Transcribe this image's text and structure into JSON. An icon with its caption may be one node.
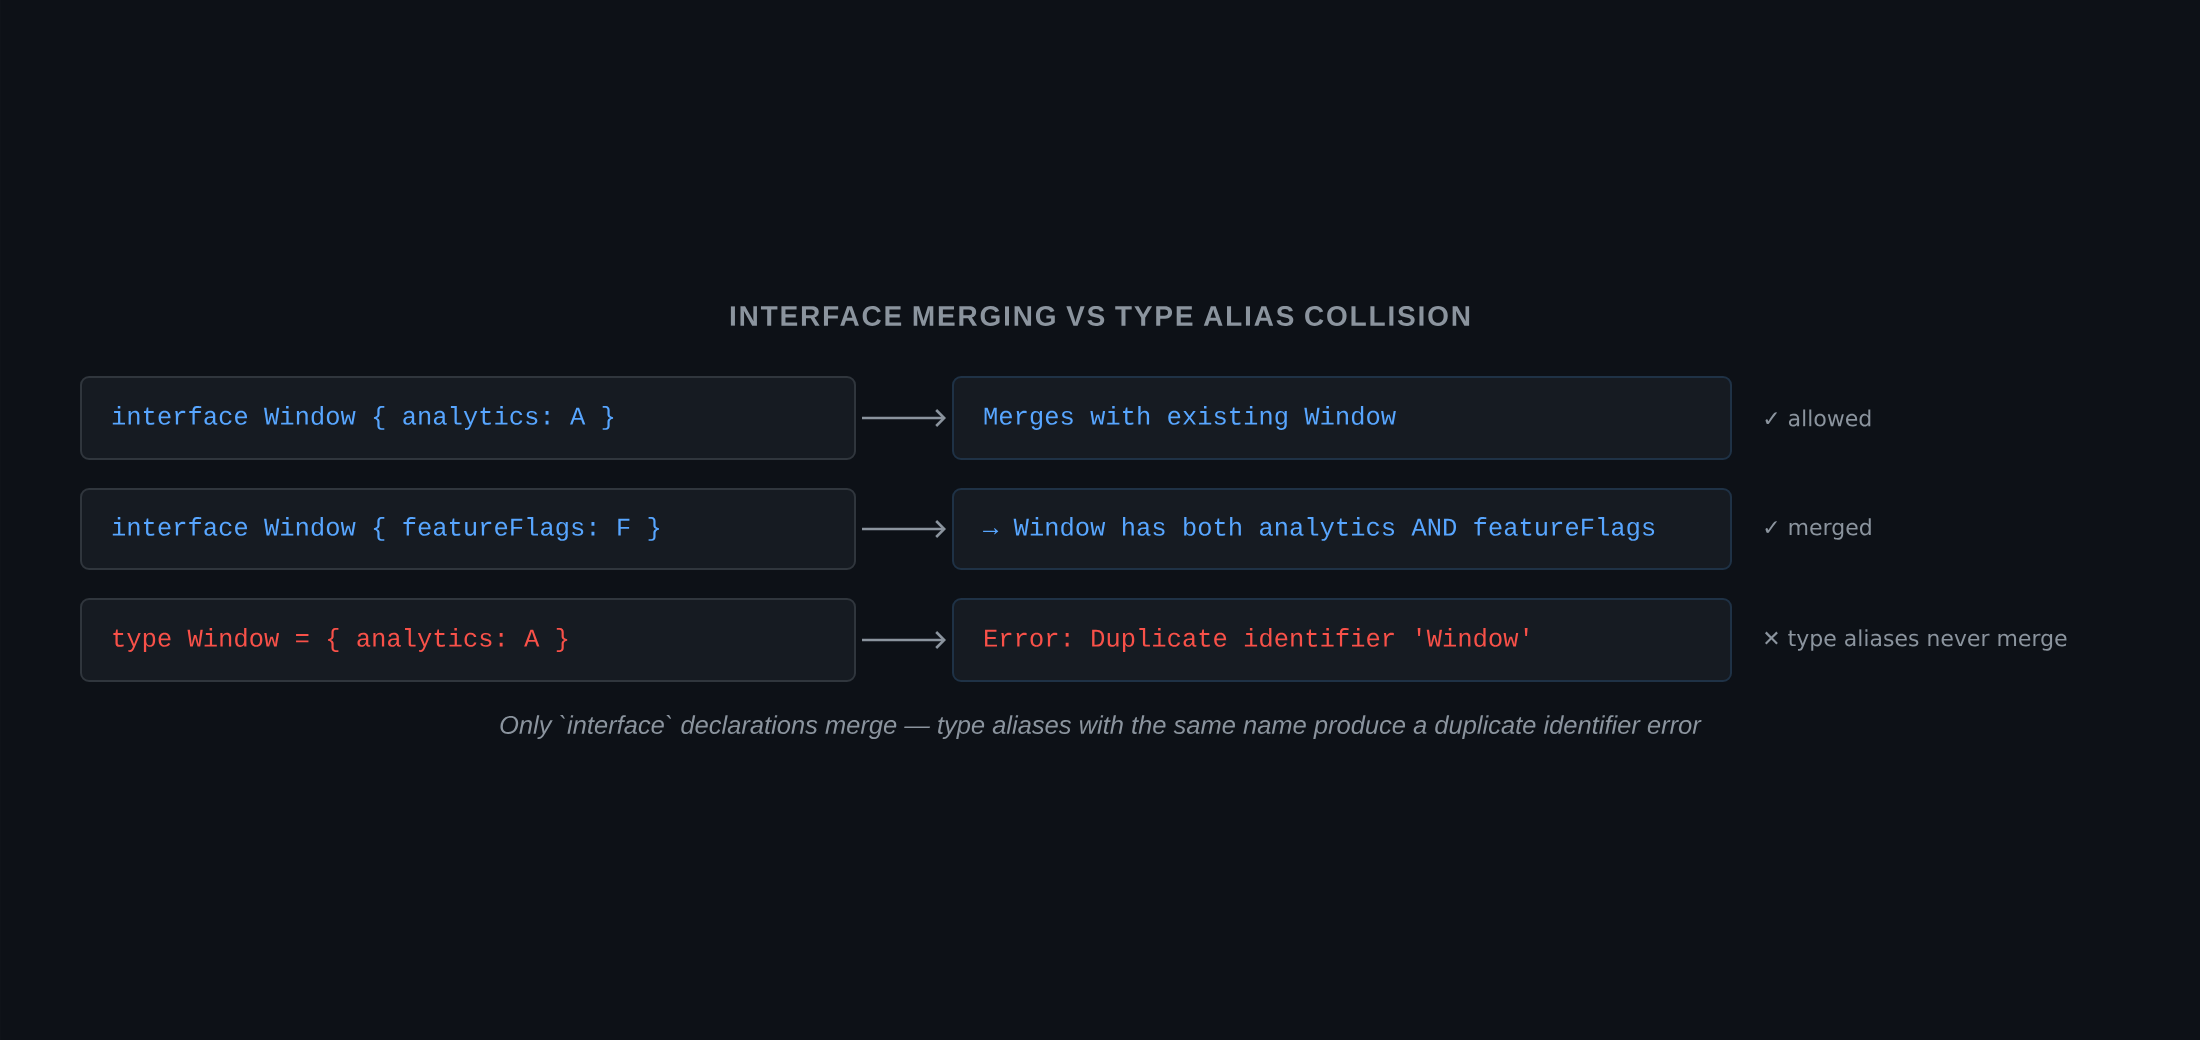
{
  "diagram": {
    "title": "INTERFACE MERGING VS TYPE ALIAS COLLISION",
    "caption": "Only `interface` declarations merge — type aliases with the same name produce a duplicate identifier error",
    "nodes": [
      {
        "text": [
          "interface Window { analytics: A }"
        ]
      },
      {
        "text": [
          "Merges with existing Window"
        ],
        "beside": [
          "✓ allowed"
        ]
      },
      {
        "text": [
          "interface Window { featureFlags: F }"
        ]
      },
      {
        "text": [
          "→ Window has both analytics AND featureFlags"
        ],
        "beside": [
          "✓ merged"
        ]
      },
      {
        "text": [
          "type Window = { analytics: A }"
        ]
      },
      {
        "text": [
          "Error: Duplicate identifier 'Window'"
        ],
        "beside": [
          "✕ type aliases never merge"
        ]
      }
    ],
    "edges": [
      {
        "from": 0,
        "to": 1,
        "arrow": "to"
      },
      {
        "from": 2,
        "to": 3,
        "arrow": "to"
      },
      {
        "from": 4,
        "to": 5,
        "arrow": "to"
      }
    ]
  }
}
